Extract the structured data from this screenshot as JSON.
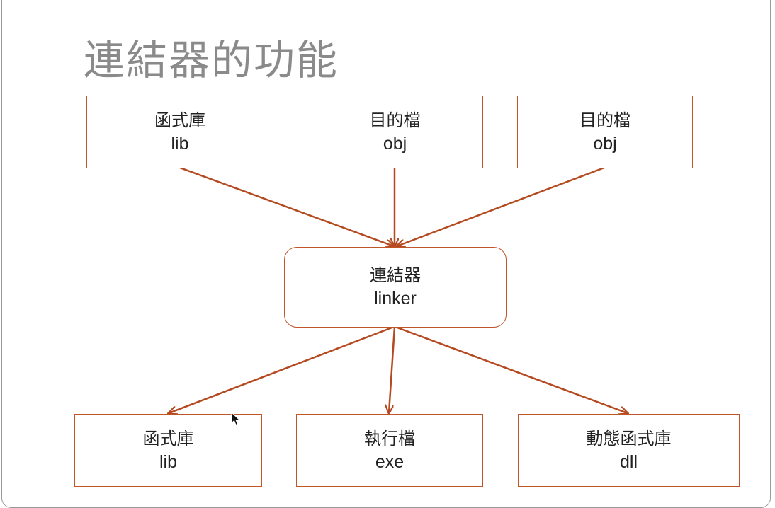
{
  "title": "連結器的功能",
  "nodes": {
    "input_lib": {
      "zh": "函式庫",
      "en": "lib"
    },
    "input_obj_1": {
      "zh": "目的檔",
      "en": "obj"
    },
    "input_obj_2": {
      "zh": "目的檔",
      "en": "obj"
    },
    "linker": {
      "zh": "連結器",
      "en": "linker"
    },
    "output_lib": {
      "zh": "函式庫",
      "en": "lib"
    },
    "output_exe": {
      "zh": "執行檔",
      "en": "exe"
    },
    "output_dll": {
      "zh": "動態函式庫",
      "en": "dll"
    }
  },
  "edges": [
    {
      "from": "input_lib",
      "to": "linker"
    },
    {
      "from": "input_obj_1",
      "to": "linker"
    },
    {
      "from": "input_obj_2",
      "to": "linker"
    },
    {
      "from": "linker",
      "to": "output_lib"
    },
    {
      "from": "linker",
      "to": "output_exe"
    },
    {
      "from": "linker",
      "to": "output_dll"
    }
  ],
  "colors": {
    "border": "#c0552a",
    "arrow": "#b5491f",
    "title": "#8a8a8a",
    "text": "#222222"
  }
}
